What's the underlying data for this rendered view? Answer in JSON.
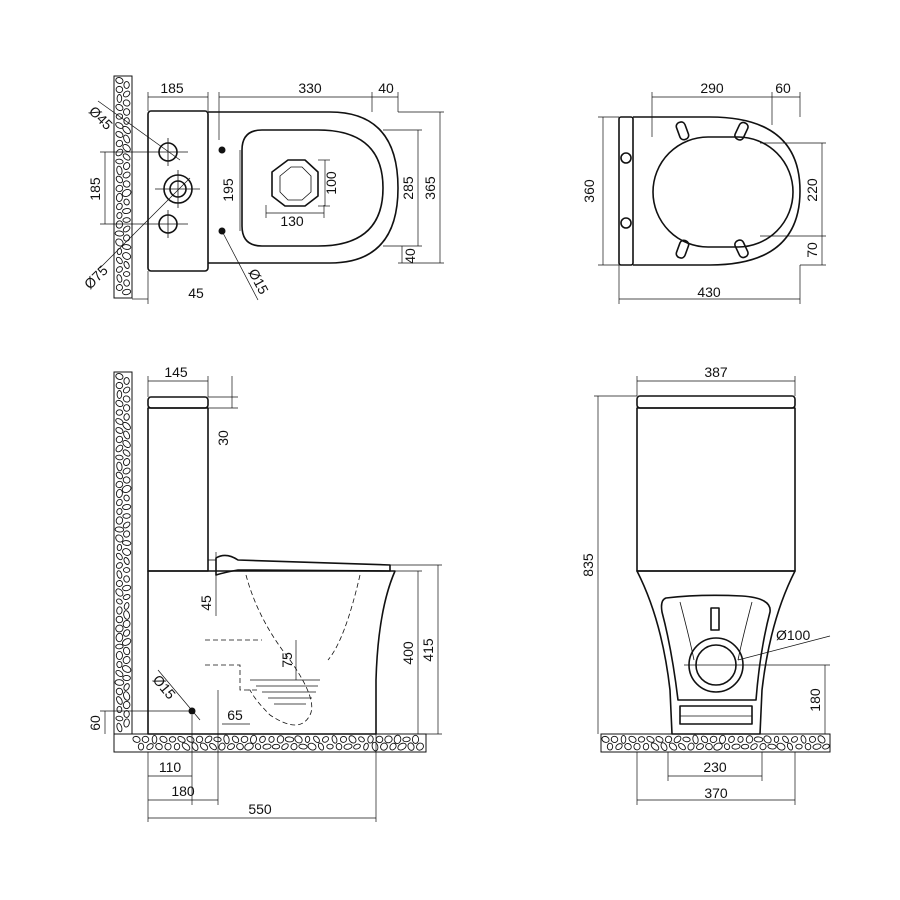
{
  "top_view": {
    "dims": {
      "tank_width": "185",
      "bowl_length": "330",
      "rim_offset": "40",
      "diameter_45": "Ø45",
      "spacing_185": "185",
      "diameter_75": "Ø75",
      "inlet_spacing": "195",
      "outlet_length": "130",
      "outlet_height": "100",
      "bowl_depth": "285",
      "overall_depth": "365",
      "bottom_offset": "40",
      "wall_gap": "45",
      "diameter_15": "Ø15"
    }
  },
  "seat_view": {
    "dims": {
      "seat_length": "290",
      "seat_offset": "60",
      "seat_depth": "360",
      "hole_spacing": "220",
      "bottom_offset": "70",
      "overall_length": "430"
    }
  },
  "side_view": {
    "dims": {
      "tank_depth": "145",
      "lid_height": "30",
      "seat_height": "45",
      "trap_height": "75",
      "water_depth": "65",
      "diameter_15": "Ø15",
      "inlet_height": "60",
      "bowl_height": "400",
      "rim_height": "415",
      "inlet_offset": "110",
      "outlet_offset": "180",
      "overall_length": "550"
    }
  },
  "front_view": {
    "dims": {
      "tank_width": "387",
      "total_height": "835",
      "outlet_diameter": "Ø100",
      "outlet_height": "180",
      "base_inner": "230",
      "base_width": "370"
    }
  }
}
